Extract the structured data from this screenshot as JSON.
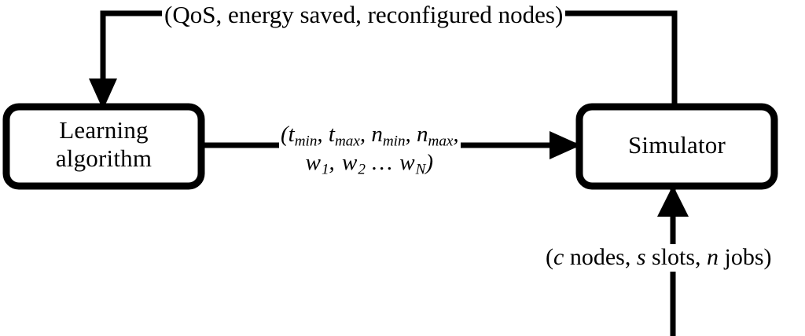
{
  "diagram": {
    "type": "block-flow-diagram",
    "background_color": "#ffffff",
    "stroke_color": "#000000",
    "nodes": [
      {
        "id": "learning-algorithm",
        "label_line_1": "Learning",
        "label_line_2": "algorithm",
        "shape": "rounded-rectangle"
      },
      {
        "id": "simulator",
        "label_line_1": "Simulator",
        "shape": "rounded-rectangle"
      }
    ],
    "edges": [
      {
        "id": "feedback-edge",
        "from": "simulator",
        "to": "learning-algorithm",
        "label": "(QoS, energy saved, reconfigured nodes)",
        "direction": "right-to-left-top-loop",
        "arrowhead": "down-into-learning-algorithm"
      },
      {
        "id": "parameters-edge",
        "from": "learning-algorithm",
        "to": "simulator",
        "label_line_1_parts": [
          "(",
          "t",
          "min",
          ", ",
          "t",
          "max",
          ", ",
          "n",
          "min",
          ", ",
          "n",
          "max",
          ","
        ],
        "label_line_1": "(tmin, tmax, nmin, nmax,",
        "label_line_2": "w1, w2 … wN)",
        "direction": "left-to-right",
        "arrowhead": "right-into-simulator"
      },
      {
        "id": "inputs-edge",
        "from": "external-input",
        "to": "simulator",
        "label": "(c nodes, s slots, n jobs)",
        "direction": "bottom-to-top",
        "arrowhead": "up-into-simulator"
      }
    ]
  },
  "labels": {
    "feedback": "(QoS, energy saved, reconfigured nodes)",
    "learning_box_line1": "Learning",
    "learning_box_line2": "algorithm",
    "simulator_box": "Simulator",
    "params_open_paren": "(",
    "params_t": "t",
    "params_t_sub_min": "min",
    "params_comma1": ", ",
    "params_t2": "t",
    "params_t2_sub_max": "max",
    "params_comma2": ", ",
    "params_n": "n",
    "params_n_sub_min": "min",
    "params_comma3": ", ",
    "params_n2": "n",
    "params_n2_sub_max": "max",
    "params_comma4": ",",
    "params_w1": "w",
    "params_w1_sub": "1",
    "params_comma5": ", ",
    "params_w2": "w",
    "params_w2_sub": "2",
    "params_ellipsis": " … ",
    "params_wN": "w",
    "params_wN_sub": "N",
    "params_close_paren": ")",
    "inputs_open_paren": "(",
    "inputs_c": "c",
    "inputs_nodes": " nodes, ",
    "inputs_s": "s",
    "inputs_slots": " slots, ",
    "inputs_n": "n",
    "inputs_jobs": " jobs)"
  }
}
